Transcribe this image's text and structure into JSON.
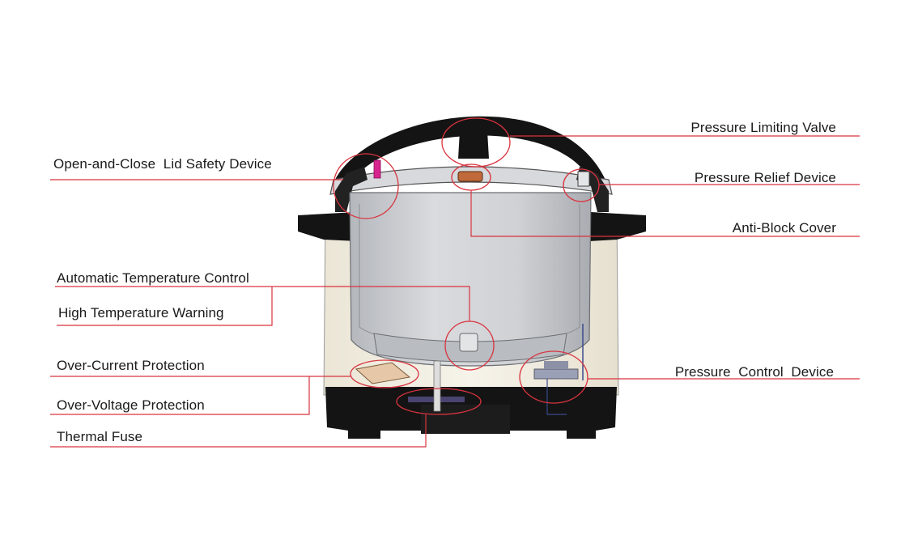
{
  "diagram": {
    "colors": {
      "leader_line": "#d9333f",
      "highlight_circle": "#d9333f",
      "body": "#f4f0e3",
      "inner_pot": "#c9cbcf",
      "black_parts": "#141414",
      "safety_pin": "#d6248e",
      "label_text": "#1a1a1a"
    },
    "labels": {
      "lid_safety": "Open-and-Close  Lid Safety Device",
      "auto_temp": "Automatic Temperature Control",
      "high_temp": "High Temperature Warning",
      "over_current": "Over-Current Protection",
      "over_voltage": "Over-Voltage Protection",
      "thermal_fuse": "Thermal Fuse",
      "pressure_limiting": "Pressure Limiting Valve",
      "pressure_relief": "Pressure Relief Device",
      "anti_block": "Anti-Block Cover",
      "pressure_control": "Pressure  Control  Device"
    }
  }
}
